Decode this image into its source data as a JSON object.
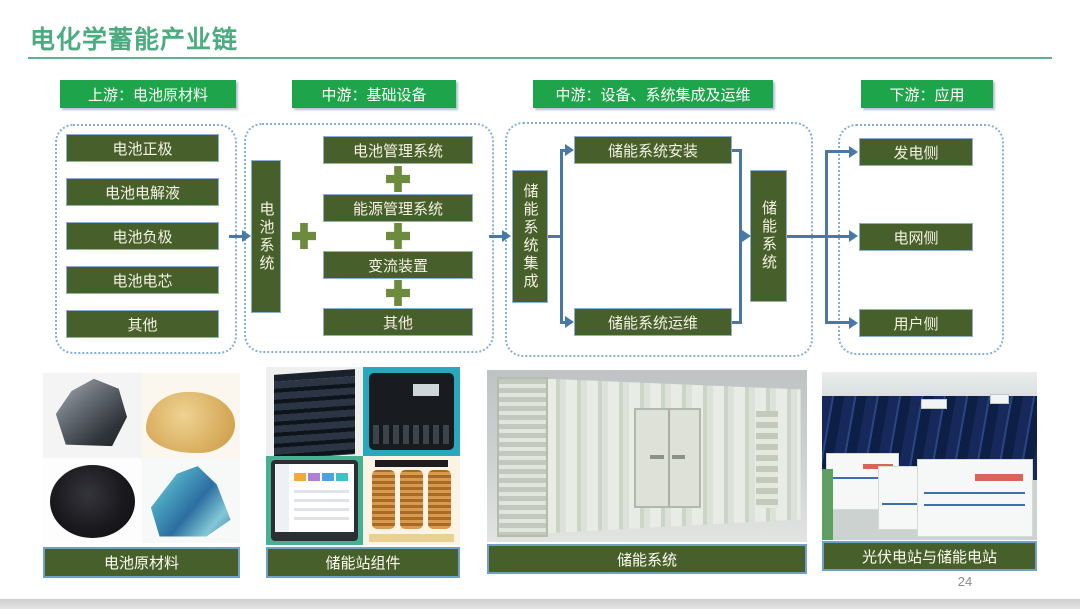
{
  "slide": {
    "title": "电化学蓄能产业链",
    "page_number": "24"
  },
  "headers": [
    {
      "label": "上游：电池原材料"
    },
    {
      "label": "中游：基础设备"
    },
    {
      "label": "中游：设备、系统集成及运维"
    },
    {
      "label": "下游：应用"
    }
  ],
  "upstream": {
    "items": [
      "电池正极",
      "电池电解液",
      "电池负极",
      "电池电芯",
      "其他"
    ]
  },
  "midstream_equipment": {
    "hub": "电池系统",
    "items": [
      "电池管理系统",
      "能源管理系统",
      "变流装置",
      "其他"
    ]
  },
  "midstream_integration": {
    "hub": "储能系统集成",
    "branches": [
      "储能系统安装",
      "储能系统运维"
    ],
    "output": "储能系统"
  },
  "downstream": {
    "items": [
      "发电侧",
      "电网侧",
      "用户侧"
    ]
  },
  "photos": [
    {
      "caption": "电池原材料"
    },
    {
      "caption": "储能站组件"
    },
    {
      "caption": "储能系统"
    },
    {
      "caption": "光伏电站与储能电站"
    }
  ],
  "colors": {
    "title_green": "#4dab80",
    "header_green": "#1ea44a",
    "node_green": "#475f2b",
    "plus_olive": "#6d8b3d",
    "arrow_blue": "#4878a8",
    "dashed_blue": "#86aed6",
    "footer_gray": "#d9d9d9"
  }
}
